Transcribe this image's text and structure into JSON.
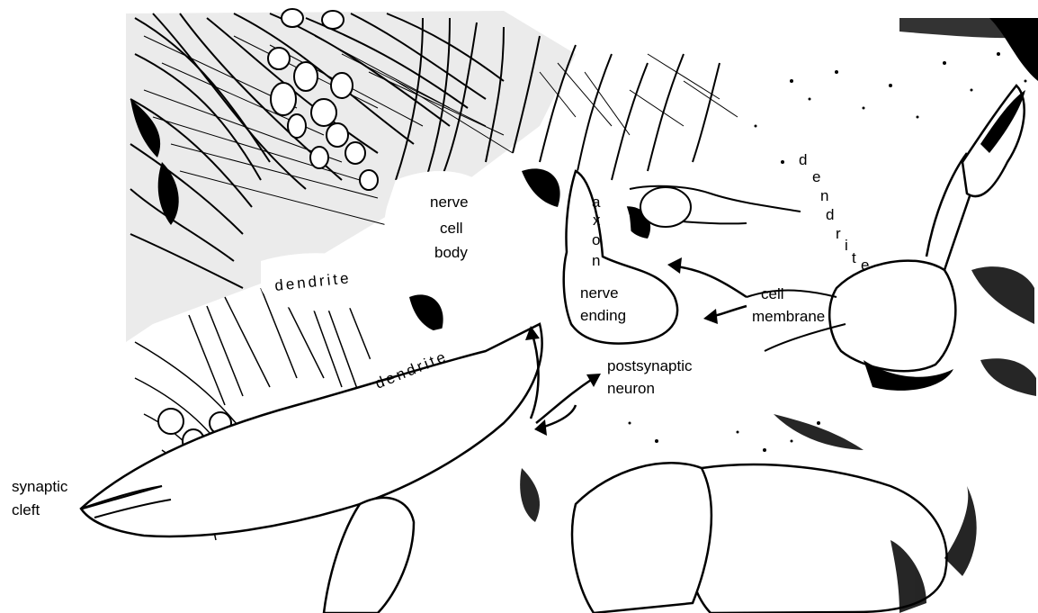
{
  "labels": {
    "nerve_cell_body": [
      "nerve",
      "cell",
      "body"
    ],
    "dendrite_left": "dendrite",
    "dendrite_lower": "dendrite",
    "dendrite_right": "dendrite",
    "axon": "axon",
    "nerve_ending": [
      "nerve",
      "ending"
    ],
    "cell_membrane": [
      "cell",
      "membrane"
    ],
    "postsynaptic_neuron": [
      "postsynaptic",
      "neuron"
    ],
    "synaptic_cleft": [
      "synaptic",
      "cleft"
    ]
  },
  "colors": {
    "ink": "#000000",
    "paper": "#ffffff"
  }
}
